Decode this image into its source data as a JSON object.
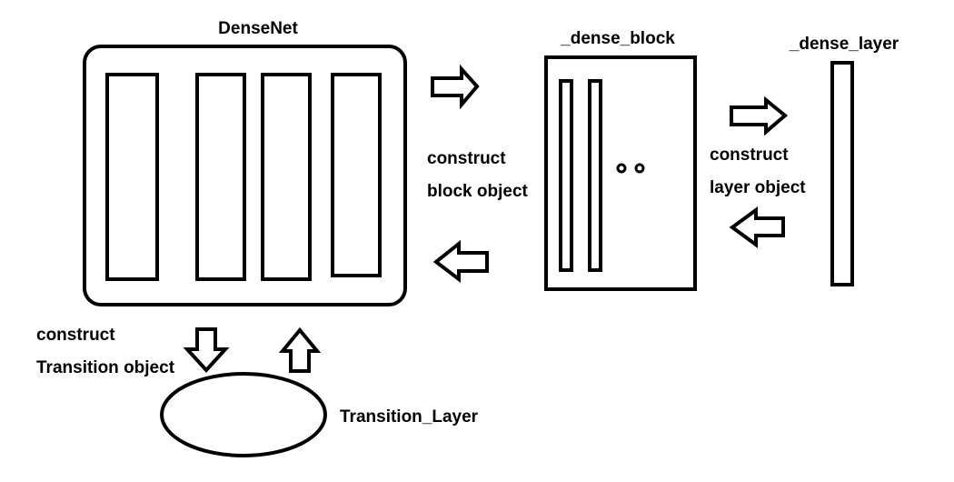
{
  "diagram": {
    "densenet": {
      "title": "DenseNet",
      "block_count": 4
    },
    "dense_block": {
      "title": "_dense_block",
      "layer_count": 2
    },
    "dense_layer": {
      "title": "_dense_layer"
    },
    "transition": {
      "title": "Transition_Layer"
    },
    "labels": {
      "construct_block_line1": "construct",
      "construct_block_line2": "block object",
      "construct_layer_line1": "construct",
      "construct_layer_line2": "layer object",
      "construct_transition_line1": "construct",
      "construct_transition_line2": "Transition object"
    },
    "colors": {
      "stroke": "#000000",
      "fill": "#ffffff"
    }
  }
}
